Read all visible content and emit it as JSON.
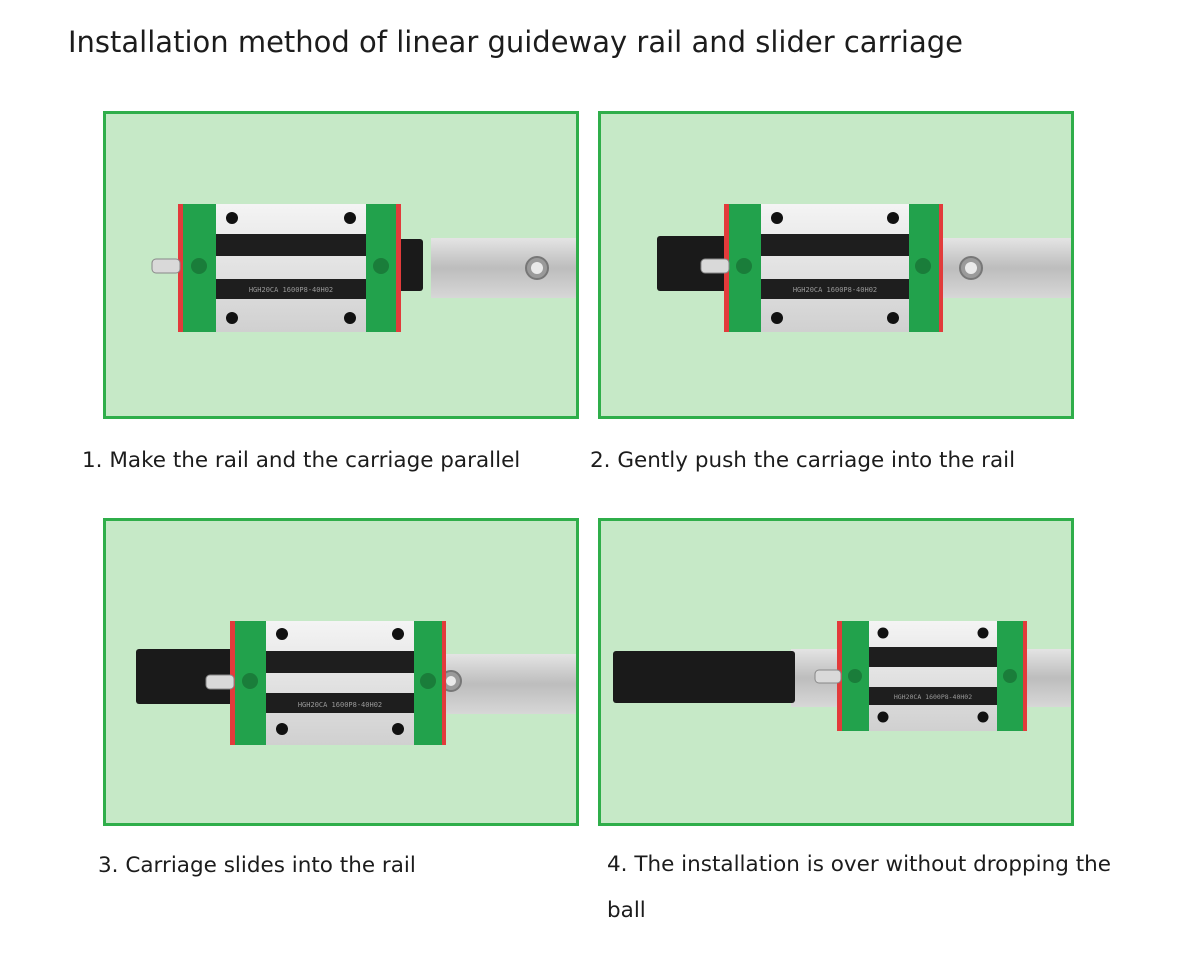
{
  "title": "Installation method of linear guideway rail and slider carriage",
  "steps": [
    {
      "caption": "1. Make the rail and the carriage parallel"
    },
    {
      "caption": "2. Gently push the carriage into the rail"
    },
    {
      "caption": "3. Carriage slides into the rail"
    },
    {
      "caption": "4. The installation is over without dropping the ball"
    }
  ],
  "block_marking": "HGH20CA 1600P8-40H02",
  "colors": {
    "panel_bg": "#c6e9c7",
    "panel_border": "#2fae4a",
    "end_cap": "#22a24c",
    "seal": "#e23b3b",
    "rail": "#c9c9c9",
    "dummy_rail": "#111111"
  }
}
